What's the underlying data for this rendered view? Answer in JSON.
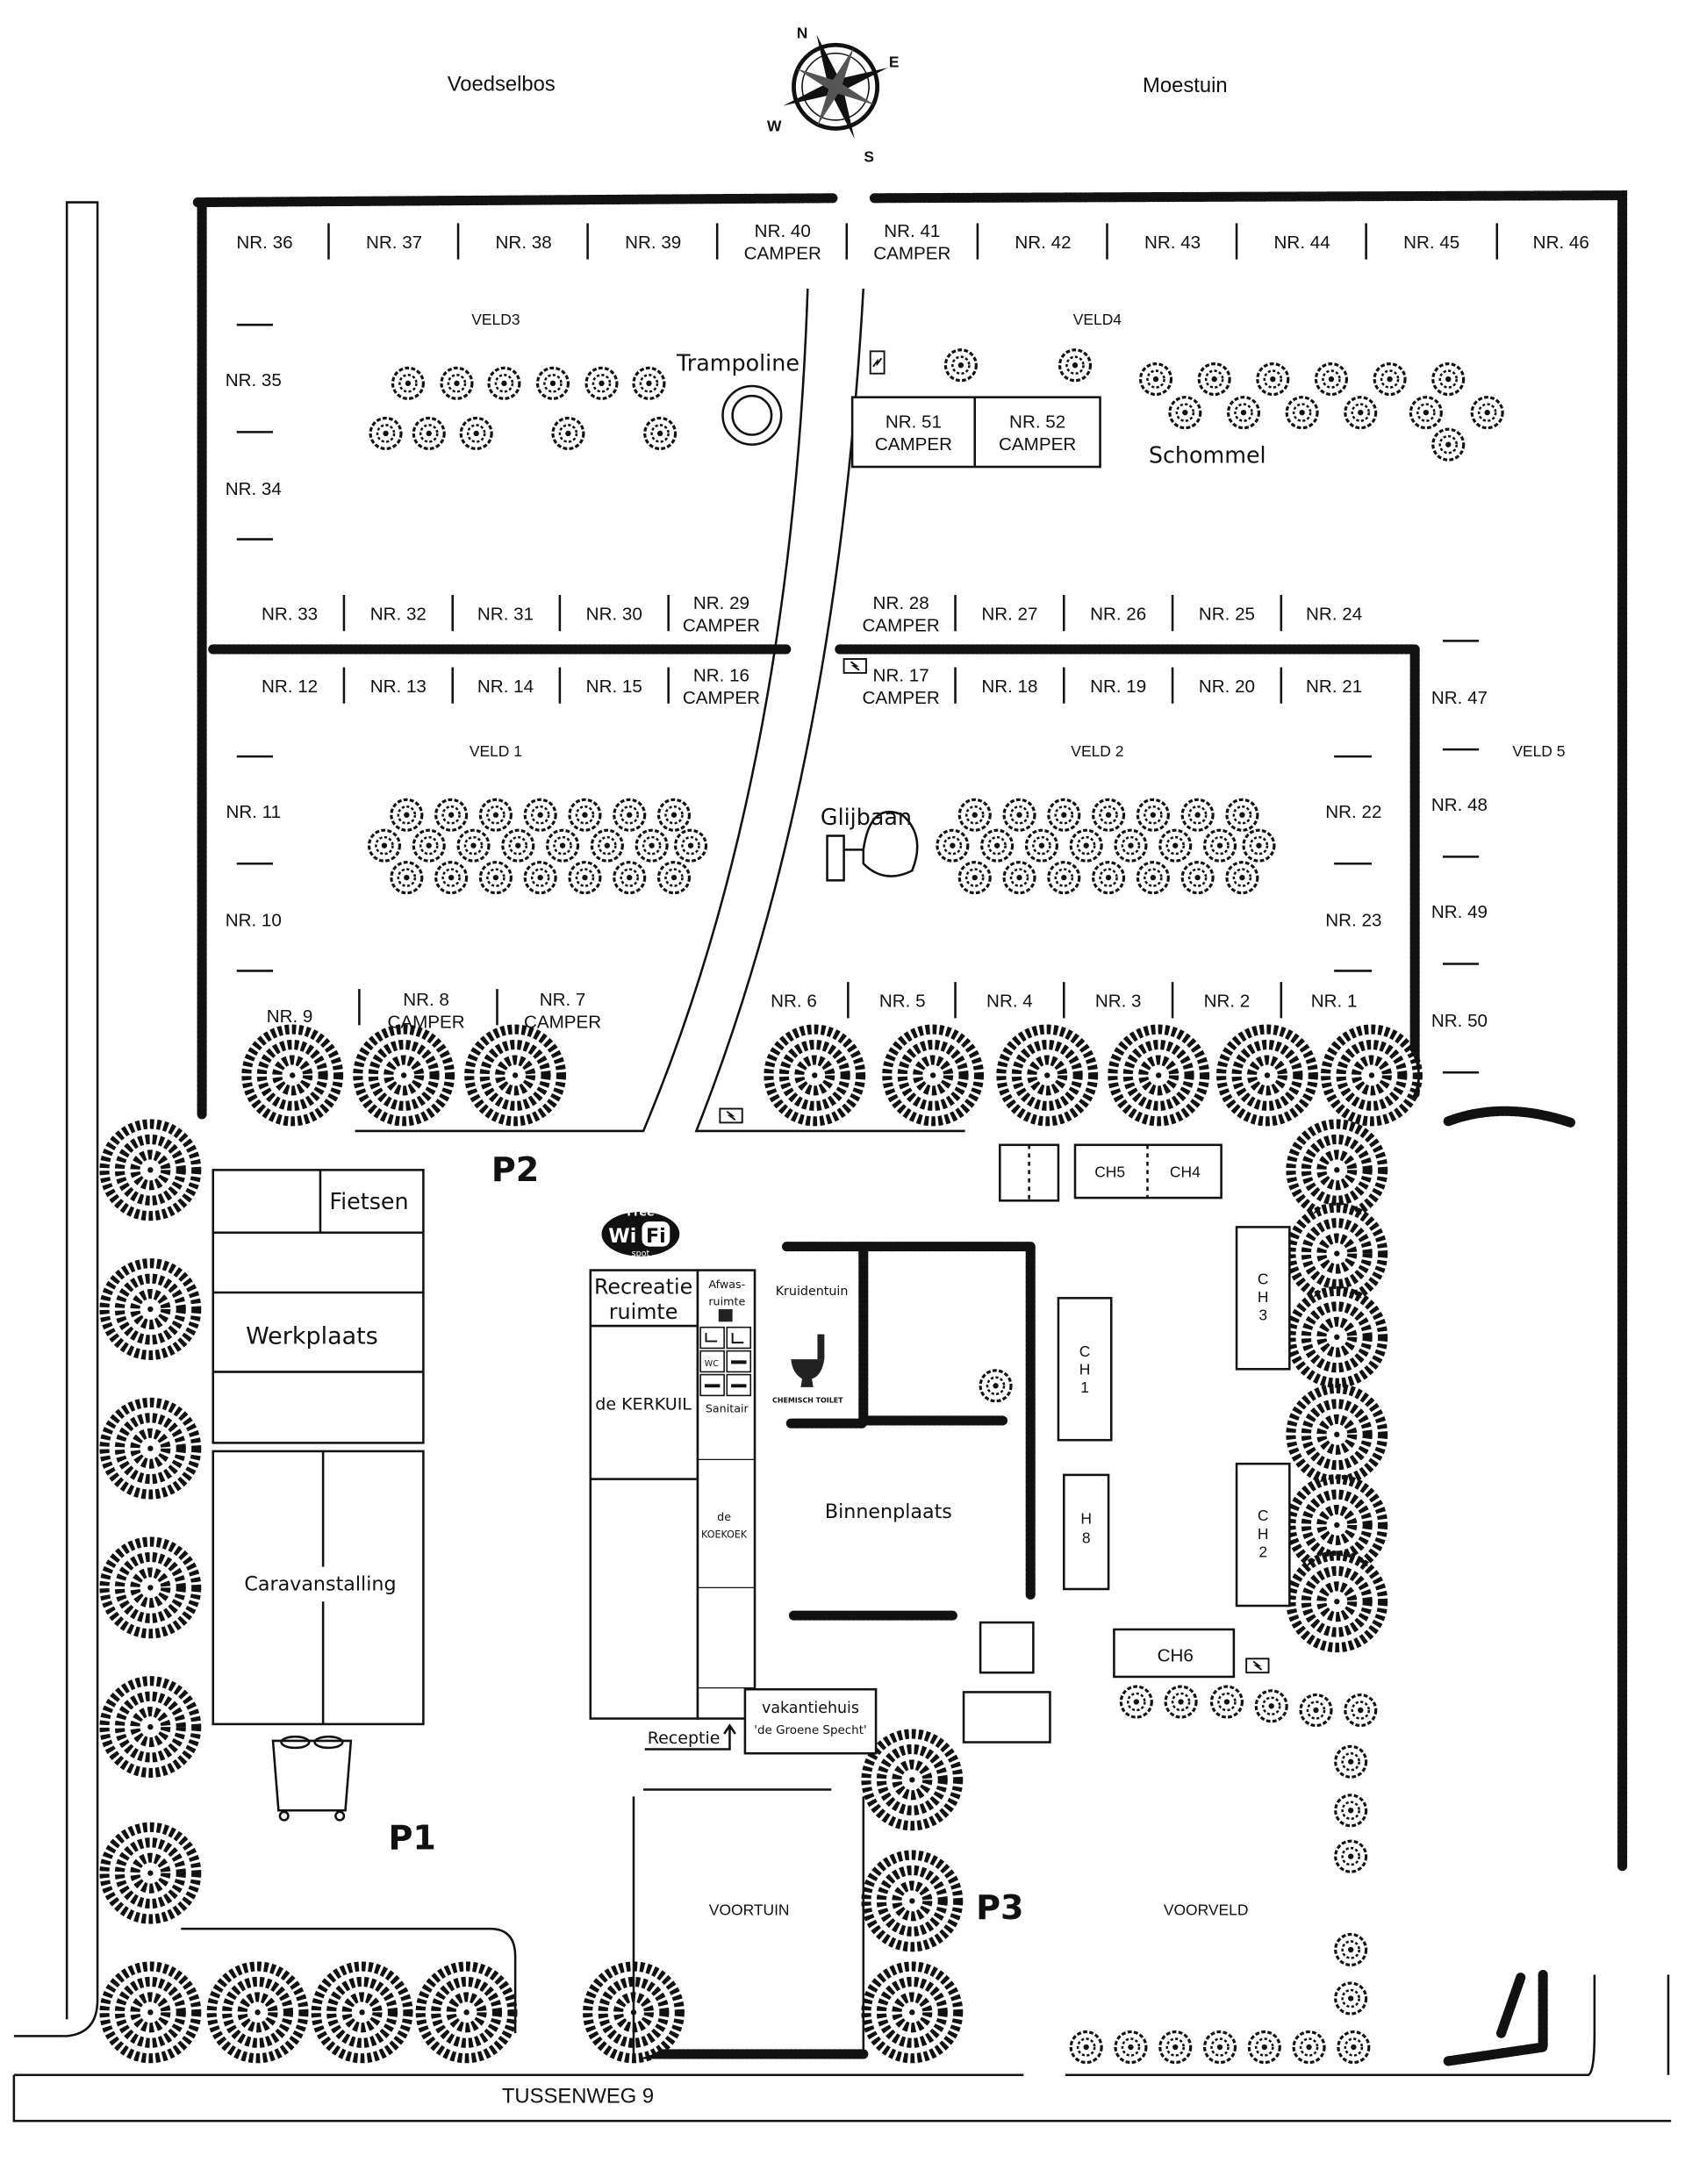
{
  "map": {
    "top_labels": {
      "left": "Voedselbos",
      "right": "Moestuin"
    },
    "compass": {
      "n": "N",
      "e": "E",
      "s": "S",
      "w": "W"
    },
    "fields": {
      "veld1": "VELD 1",
      "veld2": "VELD 2",
      "veld3": "VELD3",
      "veld4": "VELD4",
      "veld5": "VELD 5",
      "voortuin": "VOORTUIN",
      "voorveld": "VOORVELD",
      "binnenplaats": "Binnenplaats",
      "kruidentuin": "Kruidentuin"
    },
    "camper": "CAMPER",
    "pitches": {
      "p1": "NR. 1",
      "p2": "NR. 2",
      "p3": "NR. 3",
      "p4": "NR. 4",
      "p5": "NR. 5",
      "p6": "NR. 6",
      "p7": "NR. 7",
      "p8": "NR. 8",
      "p9": "NR. 9",
      "p10": "NR. 10",
      "p11": "NR. 11",
      "p12": "NR. 12",
      "p13": "NR. 13",
      "p14": "NR. 14",
      "p15": "NR. 15",
      "p16": "NR. 16",
      "p17": "NR. 17",
      "p18": "NR. 18",
      "p19": "NR. 19",
      "p20": "NR. 20",
      "p21": "NR. 21",
      "p22": "NR. 22",
      "p23": "NR. 23",
      "p24": "NR. 24",
      "p25": "NR. 25",
      "p26": "NR. 26",
      "p27": "NR. 27",
      "p28": "NR. 28",
      "p29": "NR. 29",
      "p30": "NR. 30",
      "p31": "NR. 31",
      "p32": "NR. 32",
      "p33": "NR. 33",
      "p34": "NR. 34",
      "p35": "NR. 35",
      "p36": "NR. 36",
      "p37": "NR. 37",
      "p38": "NR. 38",
      "p39": "NR. 39",
      "p40": "NR. 40",
      "p41": "NR. 41",
      "p42": "NR. 42",
      "p43": "NR. 43",
      "p44": "NR. 44",
      "p45": "NR. 45",
      "p46": "NR. 46",
      "p47": "NR. 47",
      "p48": "NR. 48",
      "p49": "NR. 49",
      "p50": "NR. 50",
      "p51": "NR. 51",
      "p52": "NR. 52"
    },
    "play": {
      "trampoline": "Trampoline",
      "schommel": "Schommel",
      "glijbaan": "Glijbaan"
    },
    "parking": {
      "p1": "P1",
      "p2": "P2",
      "p3": "P3"
    },
    "buildings": {
      "fietsen": "Fietsen",
      "werkplaats": "Werkplaats",
      "caravanstalling": "Caravanstalling",
      "recreatie_1": "Recreatie",
      "recreatie_2": "ruimte",
      "kerkuil": "de KERKUIL",
      "afwas_1": "Afwas-",
      "afwas_2": "ruimte",
      "sanitair": "Sanitair",
      "wc": "WC",
      "koekoek_1": "de",
      "koekoek_2": "KOEKOEK",
      "vakantiehuis_1": "vakantiehuis",
      "vakantiehuis_2": "'de Groene Specht'",
      "receptie": "Receptie",
      "chemisch_toilet": "CHEMISCH TOILET",
      "ch1": [
        "C",
        "H",
        "1"
      ],
      "ch2": [
        "C",
        "H",
        "2"
      ],
      "ch3": [
        "C",
        "H",
        "3"
      ],
      "h8": [
        "H",
        "8"
      ],
      "ch4": "CH4",
      "ch5": "CH5",
      "ch6": "CH6"
    },
    "wifi": {
      "top": "Free",
      "main_1": "Wi",
      "main_2": "Fi",
      "bottom": "spot"
    },
    "road": "TUSSENWEG 9"
  }
}
